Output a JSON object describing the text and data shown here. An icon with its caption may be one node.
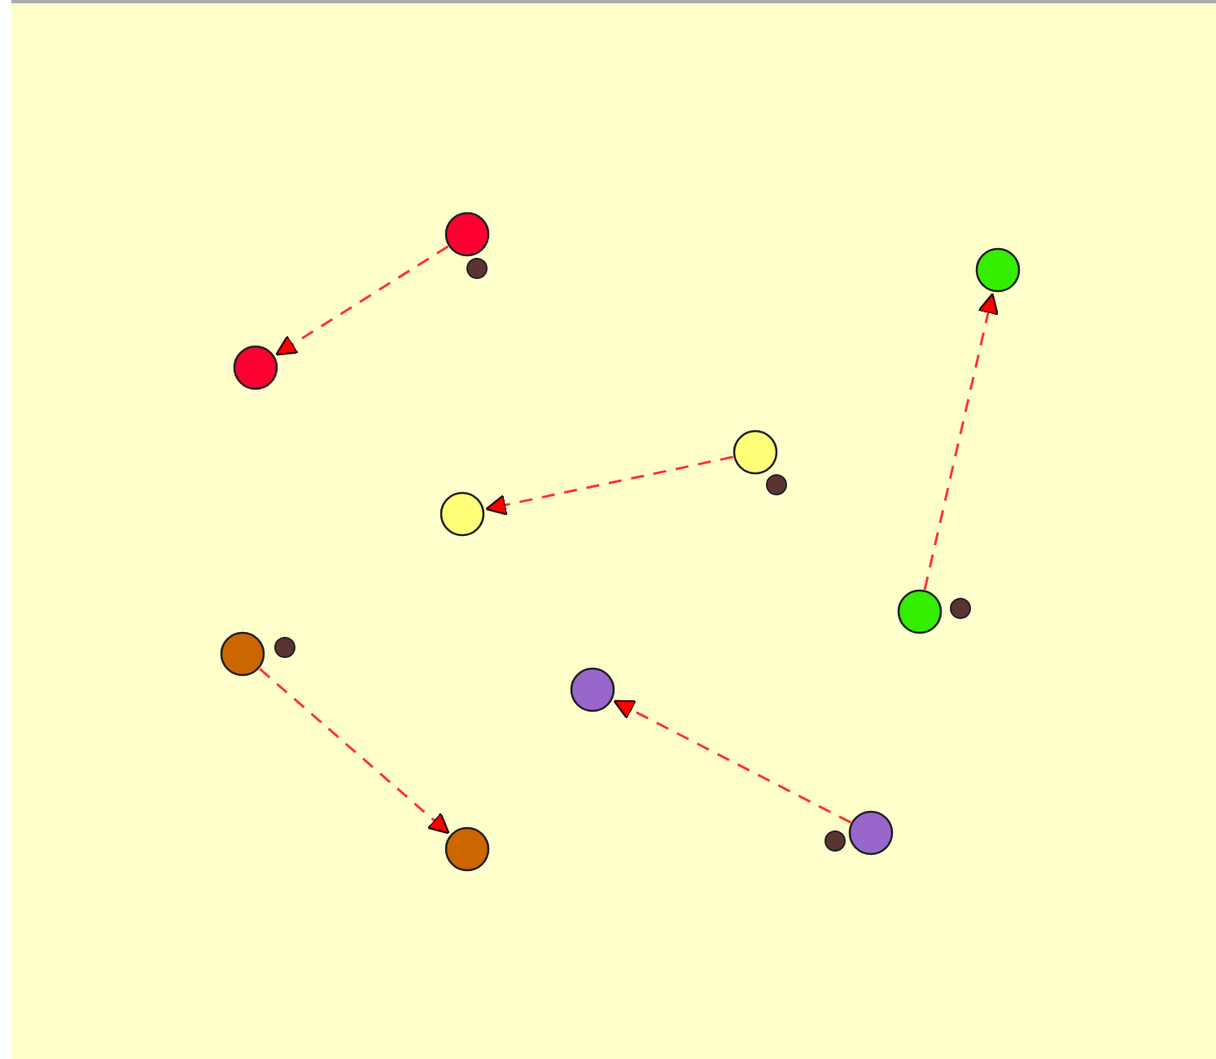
{
  "diagram": {
    "nodes": [
      {
        "text": [],
        "shape": "circle"
      },
      {
        "text": [],
        "shape": "circle"
      },
      {
        "text": [],
        "shape": "circle"
      },
      {
        "text": [],
        "shape": "circle"
      },
      {
        "text": [],
        "shape": "circle"
      },
      {
        "text": [],
        "shape": "circle"
      },
      {
        "text": [],
        "shape": "circle"
      },
      {
        "text": [],
        "shape": "circle"
      },
      {
        "text": [],
        "shape": "circle"
      },
      {
        "text": [],
        "shape": "circle"
      }
    ],
    "edges": [
      {
        "from": 0,
        "to": 2,
        "arrow": "to",
        "style": "dashed"
      },
      {
        "from": 3,
        "to": 4,
        "arrow": "to",
        "style": "dashed"
      },
      {
        "from": 5,
        "to": 1,
        "arrow": "to",
        "style": "dashed"
      },
      {
        "from": 6,
        "to": 9,
        "arrow": "to",
        "style": "dashed"
      },
      {
        "from": 8,
        "to": 7,
        "arrow": "to",
        "style": "dashed"
      }
    ]
  }
}
